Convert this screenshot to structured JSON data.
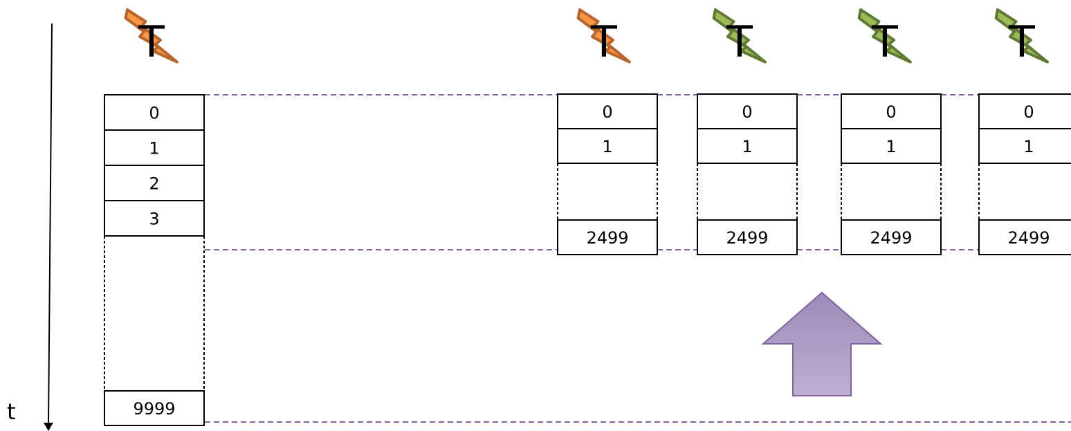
{
  "axis": {
    "label": "t"
  },
  "thread_marker": {
    "letter": "T"
  },
  "colors": {
    "orange_fill": "#f79646",
    "orange_stroke": "#b7652a",
    "green_fill": "#9bbb59",
    "green_stroke": "#607a34",
    "guide_line": "#8064a2",
    "arrow_fill_top": "#9d8bb8",
    "arrow_fill_bottom": "#bdb0d2",
    "arrow_stroke": "#8064a2"
  },
  "threads": [
    {
      "id": "single",
      "color": "orange",
      "cells": [
        "0",
        "1",
        "2",
        "3",
        "9999"
      ]
    },
    {
      "id": "worker-1",
      "color": "orange",
      "cells": [
        "0",
        "1",
        "2499"
      ]
    },
    {
      "id": "worker-2",
      "color": "green",
      "cells": [
        "0",
        "1",
        "2499"
      ]
    },
    {
      "id": "worker-3",
      "color": "green",
      "cells": [
        "0",
        "1",
        "2499"
      ]
    },
    {
      "id": "worker-4",
      "color": "green",
      "cells": [
        "0",
        "1",
        "2499"
      ]
    }
  ]
}
